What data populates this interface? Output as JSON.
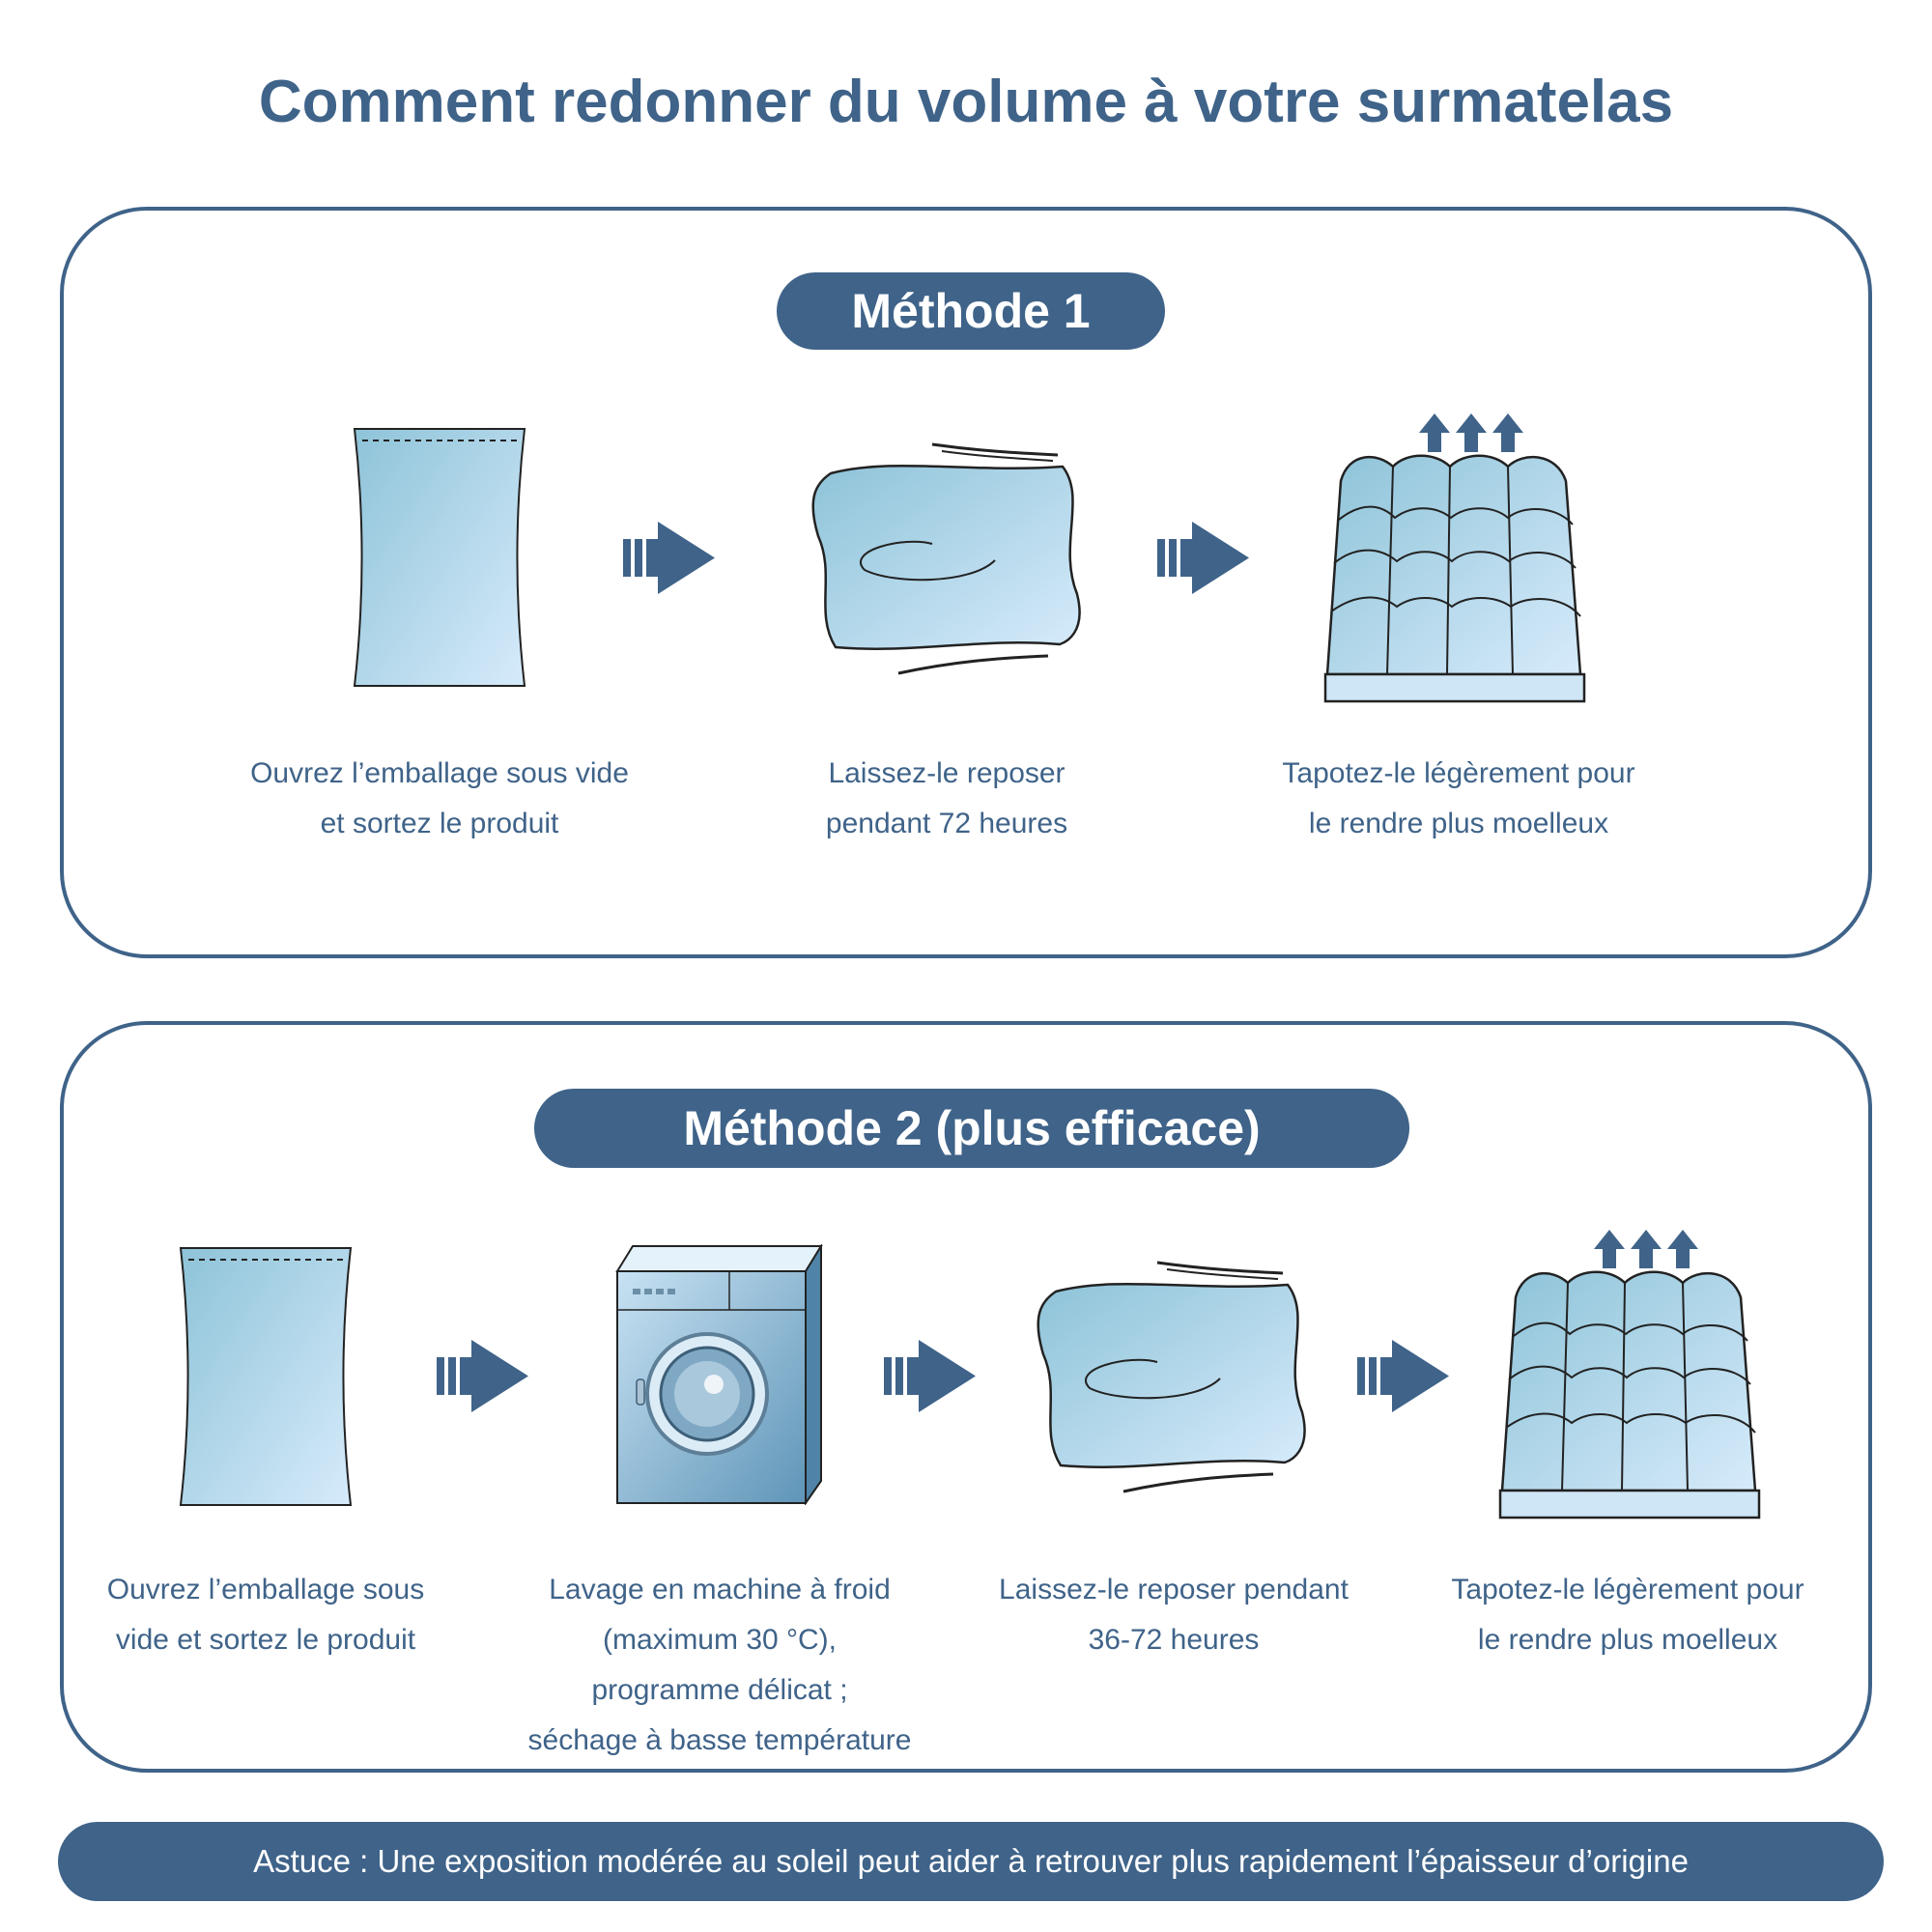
{
  "title": "Comment redonner du volume à votre surmatelas",
  "method1": {
    "label": "Méthode 1",
    "steps": [
      {
        "line1": "Ouvrez l’emballage sous vide",
        "line2": "et sortez le produit"
      },
      {
        "line1": "Laissez-le reposer",
        "line2": "pendant 72 heures"
      },
      {
        "line1": "Tapotez-le légèrement pour",
        "line2": "le rendre plus moelleux"
      }
    ]
  },
  "method2": {
    "label": "Méthode 2 (plus efficace)",
    "steps": [
      {
        "line1": "Ouvrez l’emballage sous",
        "line2": "vide et sortez le produit"
      },
      {
        "line1": "Lavage en machine à froid",
        "line2": "(maximum 30 °C),",
        "line3": "programme délicat ;",
        "line4": "séchage à basse température"
      },
      {
        "line1": "Laissez-le reposer pendant",
        "line2": "36-72 heures"
      },
      {
        "line1": "Tapotez-le légèrement pour",
        "line2": "le rendre plus moelleux"
      }
    ]
  },
  "tip": "Astuce : Une exposition modérée au soleil peut aider à retrouver plus rapidement l’épaisseur d’origine",
  "colors": {
    "primary": "#3f6389",
    "illustration_light": "#d6ebfb",
    "illustration_mid": "#8ec3d8"
  }
}
